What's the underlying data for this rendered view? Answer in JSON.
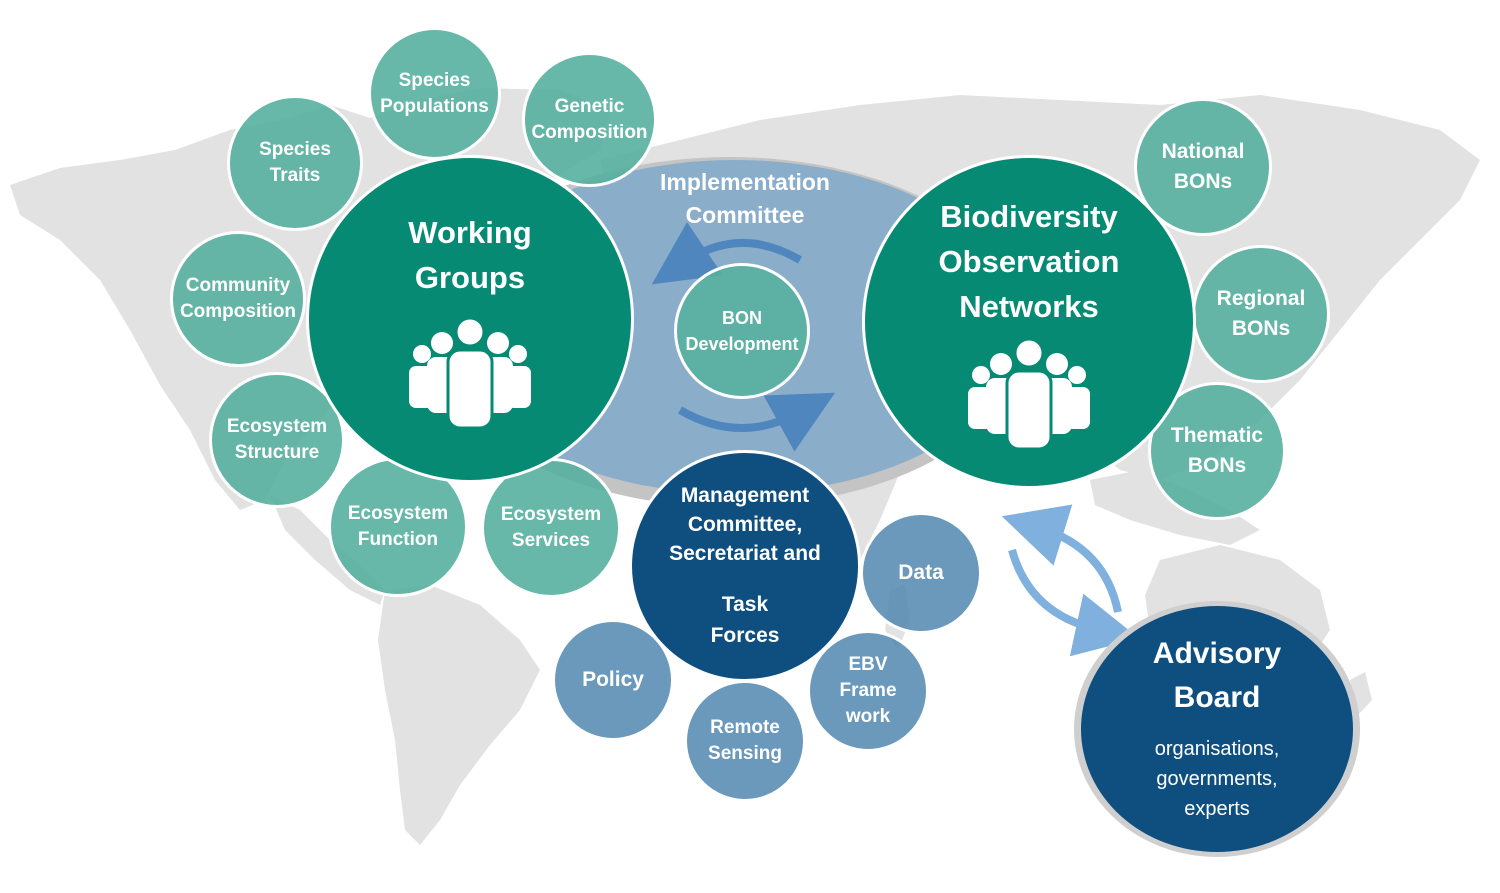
{
  "colors": {
    "teal_light": "#56b0a0",
    "teal_dark": "#068a73",
    "blue_light": "#5288b0",
    "navy": "#0f4f80",
    "map_gray": "#e2e2e2",
    "arrow_blue": "#4f86bd"
  },
  "implementation": {
    "title_line1": "Implementation",
    "title_line2": "Committee",
    "center_line1": "BON",
    "center_line2": "Development"
  },
  "working_groups": {
    "title_line1": "Working",
    "title_line2": "Groups",
    "icon": "people-group-icon",
    "items": [
      {
        "line1": "Species",
        "line2": "Populations"
      },
      {
        "line1": "Genetic",
        "line2": "Composition"
      },
      {
        "line1": "Species",
        "line2": "Traits"
      },
      {
        "line1": "Community",
        "line2": "Composition"
      },
      {
        "line1": "Ecosystem",
        "line2": "Structure"
      },
      {
        "line1": "Ecosystem",
        "line2": "Function"
      },
      {
        "line1": "Ecosystem",
        "line2": "Services"
      }
    ]
  },
  "bon": {
    "title_line1": "Biodiversity",
    "title_line2": "Observation",
    "title_line3": "Networks",
    "icon": "people-group-icon",
    "items": [
      {
        "line1": "National",
        "line2": "BONs"
      },
      {
        "line1": "Regional",
        "line2": "BONs"
      },
      {
        "line1": "Thematic",
        "line2": "BONs"
      }
    ]
  },
  "management": {
    "line1": "Management",
    "line2": "Committee,",
    "line3": "Secretariat and",
    "line4": "Task",
    "line5": "Forces",
    "items": [
      {
        "line1": "Data"
      },
      {
        "line1": "Policy"
      },
      {
        "line1": "Remote",
        "line2": "Sensing"
      },
      {
        "line1": "EBV",
        "line2": "Frame",
        "line3": "work"
      }
    ]
  },
  "advisory": {
    "title_line1": "Advisory",
    "title_line2": "Board",
    "sub_line1": "organisations,",
    "sub_line2": "governments,",
    "sub_line3": "experts"
  }
}
